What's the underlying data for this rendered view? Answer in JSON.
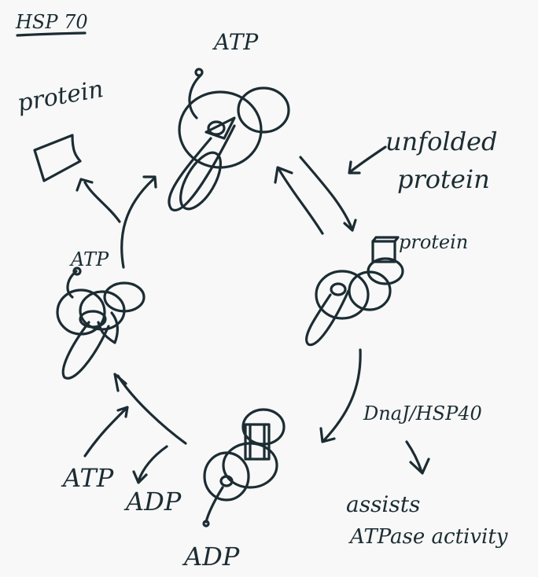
{
  "title": "HSP 70",
  "labels": {
    "atp_top": "ATP",
    "unfolded_line1": "unfolded",
    "unfolded_line2": "protein",
    "protein_right": "protein",
    "protein_topleft": "protein",
    "atp_left": "ATP",
    "dnaj": "DnaJ/HSP40",
    "assists_line1": "assists",
    "assists_line2": "ATPase activity",
    "atp_bottom_left": "ATP",
    "adp_bottom_left": "ADP",
    "adp_bottom": "ADP"
  },
  "colors": {
    "ink": "#1c2c33",
    "paper": "#f7f8f7"
  }
}
